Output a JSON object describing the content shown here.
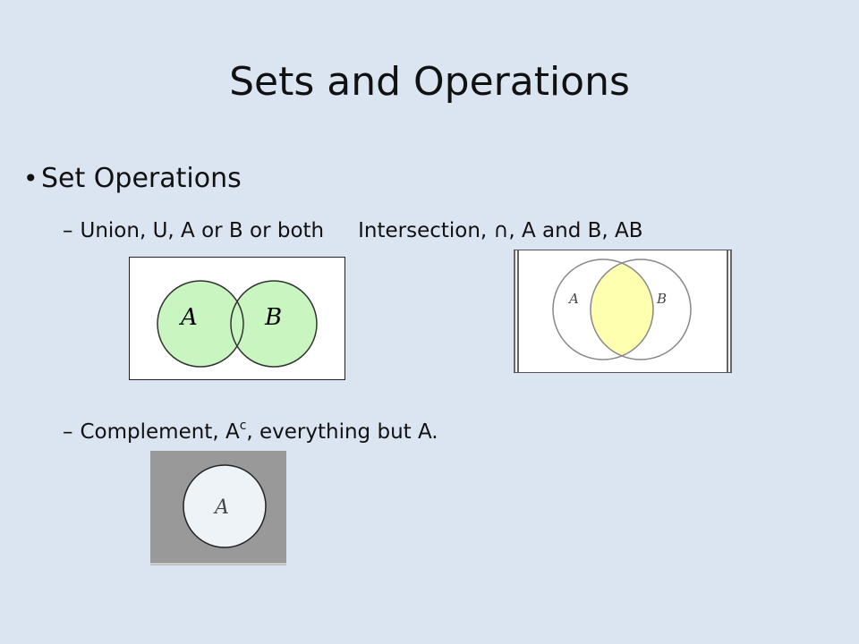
{
  "slide": {
    "title": "Sets and Operations",
    "bullet": "Set Operations",
    "union_line": "Union, U, A or B or both",
    "intersection_line": "Intersection, ∩, A and B, AB",
    "complement_prefix": "Complement, A",
    "complement_sup": "c",
    "complement_suffix": ", everything but A."
  },
  "figures": {
    "union": {
      "label_a": "A",
      "label_b": "B"
    },
    "intersection": {
      "label_a": "A",
      "label_b": "B"
    },
    "complement": {
      "label_a": "A"
    }
  },
  "colors": {
    "background": "#dbe5f1",
    "union_fill": "#c8f5c0",
    "intersection_fill": "#ffffb0",
    "complement_fill": "#999999"
  }
}
